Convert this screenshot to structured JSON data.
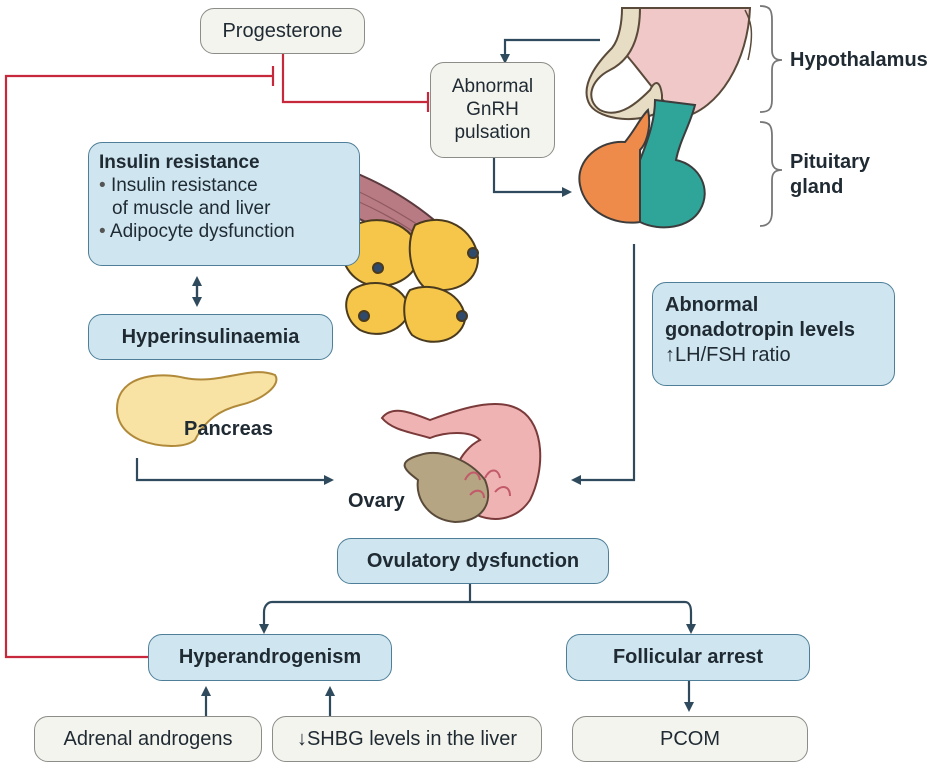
{
  "hormones": {
    "progesterone": "Progesterone",
    "gnrh_line1": "Abnormal",
    "gnrh_line2": "GnRH",
    "gnrh_line3": "pulsation"
  },
  "brain": {
    "hypothalamus": "Hypothalamus",
    "pituitary_line1": "Pituitary",
    "pituitary_line2": "gland"
  },
  "insulin": {
    "title": "Insulin resistance",
    "bullet1_line1": "Insulin resistance",
    "bullet1_line2": "of muscle and liver",
    "bullet2": "Adipocyte dysfunction",
    "bullet_char": "•"
  },
  "hyperinsulinaemia": "Hyperinsulinaemia",
  "pancreas": "Pancreas",
  "gonadotropin": {
    "line1": "Abnormal",
    "line2": "gonadotropin levels",
    "line3": "↑LH/FSH ratio"
  },
  "ovary": "Ovary",
  "ovulatory": "Ovulatory dysfunction",
  "hyperandrogenism": "Hyperandrogenism",
  "follicular": "Follicular arrest",
  "adrenal": "Adrenal androgens",
  "shbg": "↓SHBG levels in the liver",
  "pcom": "PCOM",
  "colors": {
    "arrow": "#2f4a5c",
    "inhibit": "#c8283c",
    "box_fill": "#cfe6f0",
    "box_border": "#4f7f98"
  }
}
